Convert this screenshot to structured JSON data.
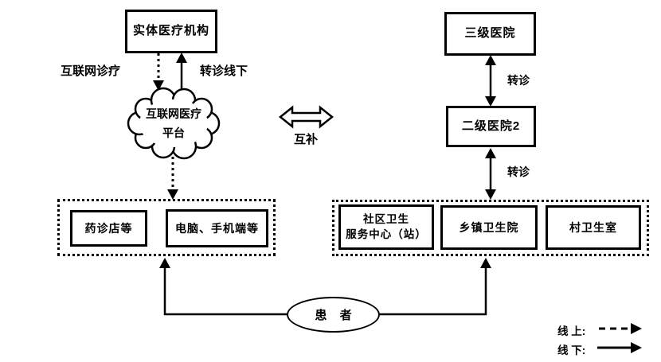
{
  "diagram": {
    "left_branch": {
      "physical_institution": "实体医疗机构",
      "online_care_label": "互联网诊疗",
      "offline_referral_label": "转诊线下",
      "cloud": {
        "line1": "互联网医疗",
        "line2": "平台"
      },
      "terminals": {
        "pharmacy": "药诊店等",
        "devices": "电脑、手机端等"
      }
    },
    "center": {
      "complement_label": "互补"
    },
    "right_branch": {
      "tertiary_hospital": "三级医院",
      "secondary_hospital": "二级医院2",
      "referral_upper": "转诊",
      "referral_lower": "转诊",
      "community_center_line1": "社区卫生",
      "community_center_line2": "服务中心（站）",
      "township_clinic": "乡镇卫生院",
      "village_clinic": "村卫生室"
    },
    "patient_label": "患 者",
    "legend": {
      "online_label": "线 上:",
      "offline_label": "线 下:"
    },
    "colors": {
      "stroke": "#000000",
      "background": "#ffffff"
    }
  }
}
